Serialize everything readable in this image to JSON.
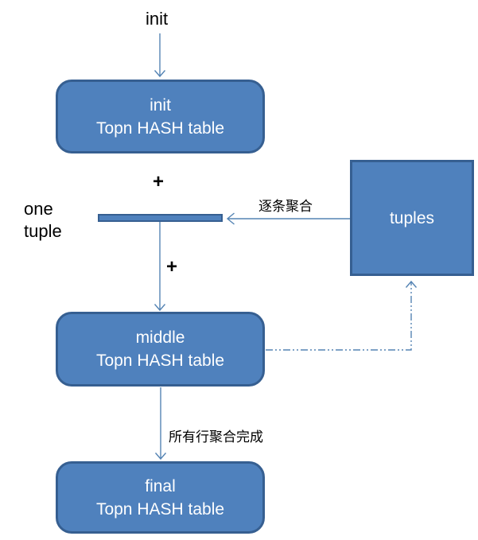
{
  "diagram": {
    "title_hint": "Topn HASH table aggregation flow",
    "colors": {
      "node_fill": "#4F81BD",
      "node_border": "#365F91",
      "node_text": "#FFFFFF",
      "connector": "#5584B4",
      "label_text": "#000000"
    },
    "labels": {
      "top_init": "init",
      "one_tuple_line1": "one",
      "one_tuple_line2": "tuple",
      "plus_top": "+",
      "plus_bottom": "+",
      "per_tuple_aggregate": "逐条聚合",
      "all_rows_aggregated": "所有行聚合完成"
    },
    "nodes": {
      "init": {
        "title": "init",
        "subtitle": "Topn HASH table"
      },
      "middle": {
        "title": "middle",
        "subtitle": "Topn HASH table"
      },
      "final": {
        "title": "final",
        "subtitle": "Topn HASH table"
      },
      "tuples": {
        "label": "tuples"
      },
      "one_tuple_bar": {
        "label": ""
      }
    }
  }
}
